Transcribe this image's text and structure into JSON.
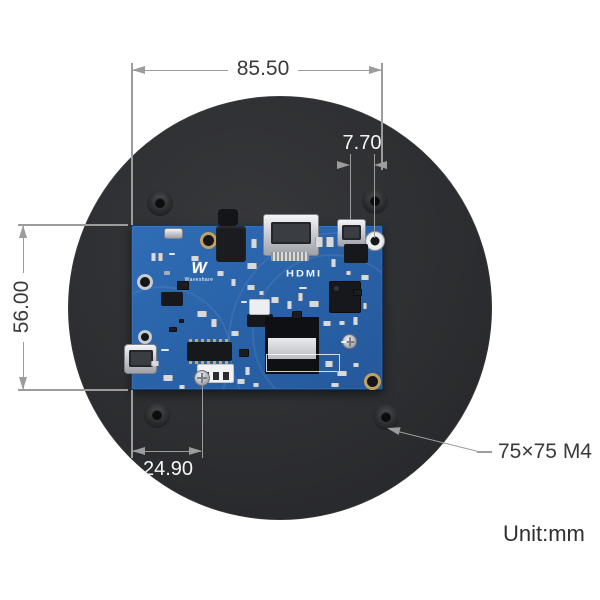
{
  "annotations": {
    "board_width_mm": "85.50",
    "connector_offset_mm": "7.70",
    "board_height_mm": "56.00",
    "hole_offset_mm": "24.90",
    "mount_note": "75×75 M4",
    "unit_note": "Unit:mm"
  },
  "board": {
    "brand_name": "Waveshare",
    "logo_letter": "W",
    "silkscreen_hdmi": "HDMI"
  },
  "colors": {
    "dimension_line": "#9c9c9c",
    "text_dark": "#3a3a3a",
    "text_light": "#f6f6f6",
    "pcb_blue": "#2a63a9",
    "disc_black": "#2c2d30",
    "connector_silver": "#c9ccd2",
    "gold_pad": "#c2a05e",
    "silkscreen_white": "#ffffff"
  },
  "passives": [
    [
      19,
      27,
      5,
      8,
      "l"
    ],
    [
      26,
      27,
      5,
      8,
      "l"
    ],
    [
      59,
      30,
      8,
      5,
      "l"
    ],
    [
      115,
      37,
      10,
      6,
      "l"
    ],
    [
      119,
      13,
      6,
      9,
      "l"
    ],
    [
      199,
      33,
      5,
      8,
      "l"
    ],
    [
      183,
      11,
      8,
      10,
      "l"
    ],
    [
      194,
      11,
      8,
      10,
      "l"
    ],
    [
      32,
      45,
      6,
      4,
      "d"
    ],
    [
      85,
      45,
      7,
      5,
      "l"
    ],
    [
      99,
      53,
      5,
      7,
      "l"
    ],
    [
      115,
      59,
      8,
      5,
      "l"
    ],
    [
      127,
      65,
      5,
      4,
      "l"
    ],
    [
      139,
      71,
      8,
      6,
      "l"
    ],
    [
      155,
      75,
      5,
      8,
      "l"
    ],
    [
      166,
      67,
      5,
      8,
      "l"
    ],
    [
      177,
      75,
      10,
      6,
      "l"
    ],
    [
      191,
      95,
      8,
      5,
      "l"
    ],
    [
      207,
      95,
      6,
      4,
      "l"
    ],
    [
      221,
      91,
      5,
      8,
      "l"
    ],
    [
      231,
      77,
      4,
      6,
      "l"
    ],
    [
      214,
      45,
      5,
      4,
      "l"
    ],
    [
      229,
      49,
      8,
      5,
      "l"
    ],
    [
      19,
      135,
      8,
      5,
      "l"
    ],
    [
      31,
      149,
      10,
      6,
      "l"
    ],
    [
      47,
      159,
      6,
      4,
      "l"
    ],
    [
      105,
      153,
      8,
      5,
      "l"
    ],
    [
      113,
      141,
      5,
      8,
      "l"
    ],
    [
      121,
      157,
      6,
      4,
      "l"
    ],
    [
      193,
      135,
      8,
      6,
      "l"
    ],
    [
      205,
      145,
      10,
      5,
      "l"
    ],
    [
      221,
      137,
      6,
      4,
      "l"
    ],
    [
      199,
      157,
      8,
      4,
      "l"
    ],
    [
      99,
      105,
      8,
      5,
      "l"
    ],
    [
      79,
      93,
      6,
      8,
      "l"
    ],
    [
      65,
      85,
      10,
      6,
      "l"
    ],
    [
      47,
      93,
      5,
      4,
      "b"
    ],
    [
      37,
      101,
      8,
      5,
      "b"
    ],
    [
      45,
      55,
      12,
      9,
      "b"
    ],
    [
      160,
      85,
      10,
      8,
      "b"
    ],
    [
      221,
      63,
      9,
      7,
      "b"
    ],
    [
      107,
      123,
      10,
      8,
      "b"
    ],
    [
      37,
      27,
      6,
      2,
      "w"
    ],
    [
      167,
      61,
      8,
      2,
      "w"
    ],
    [
      109,
      75,
      6,
      2,
      "w"
    ],
    [
      29,
      123,
      8,
      2,
      "w"
    ],
    [
      209,
      115,
      6,
      2,
      "w"
    ]
  ]
}
